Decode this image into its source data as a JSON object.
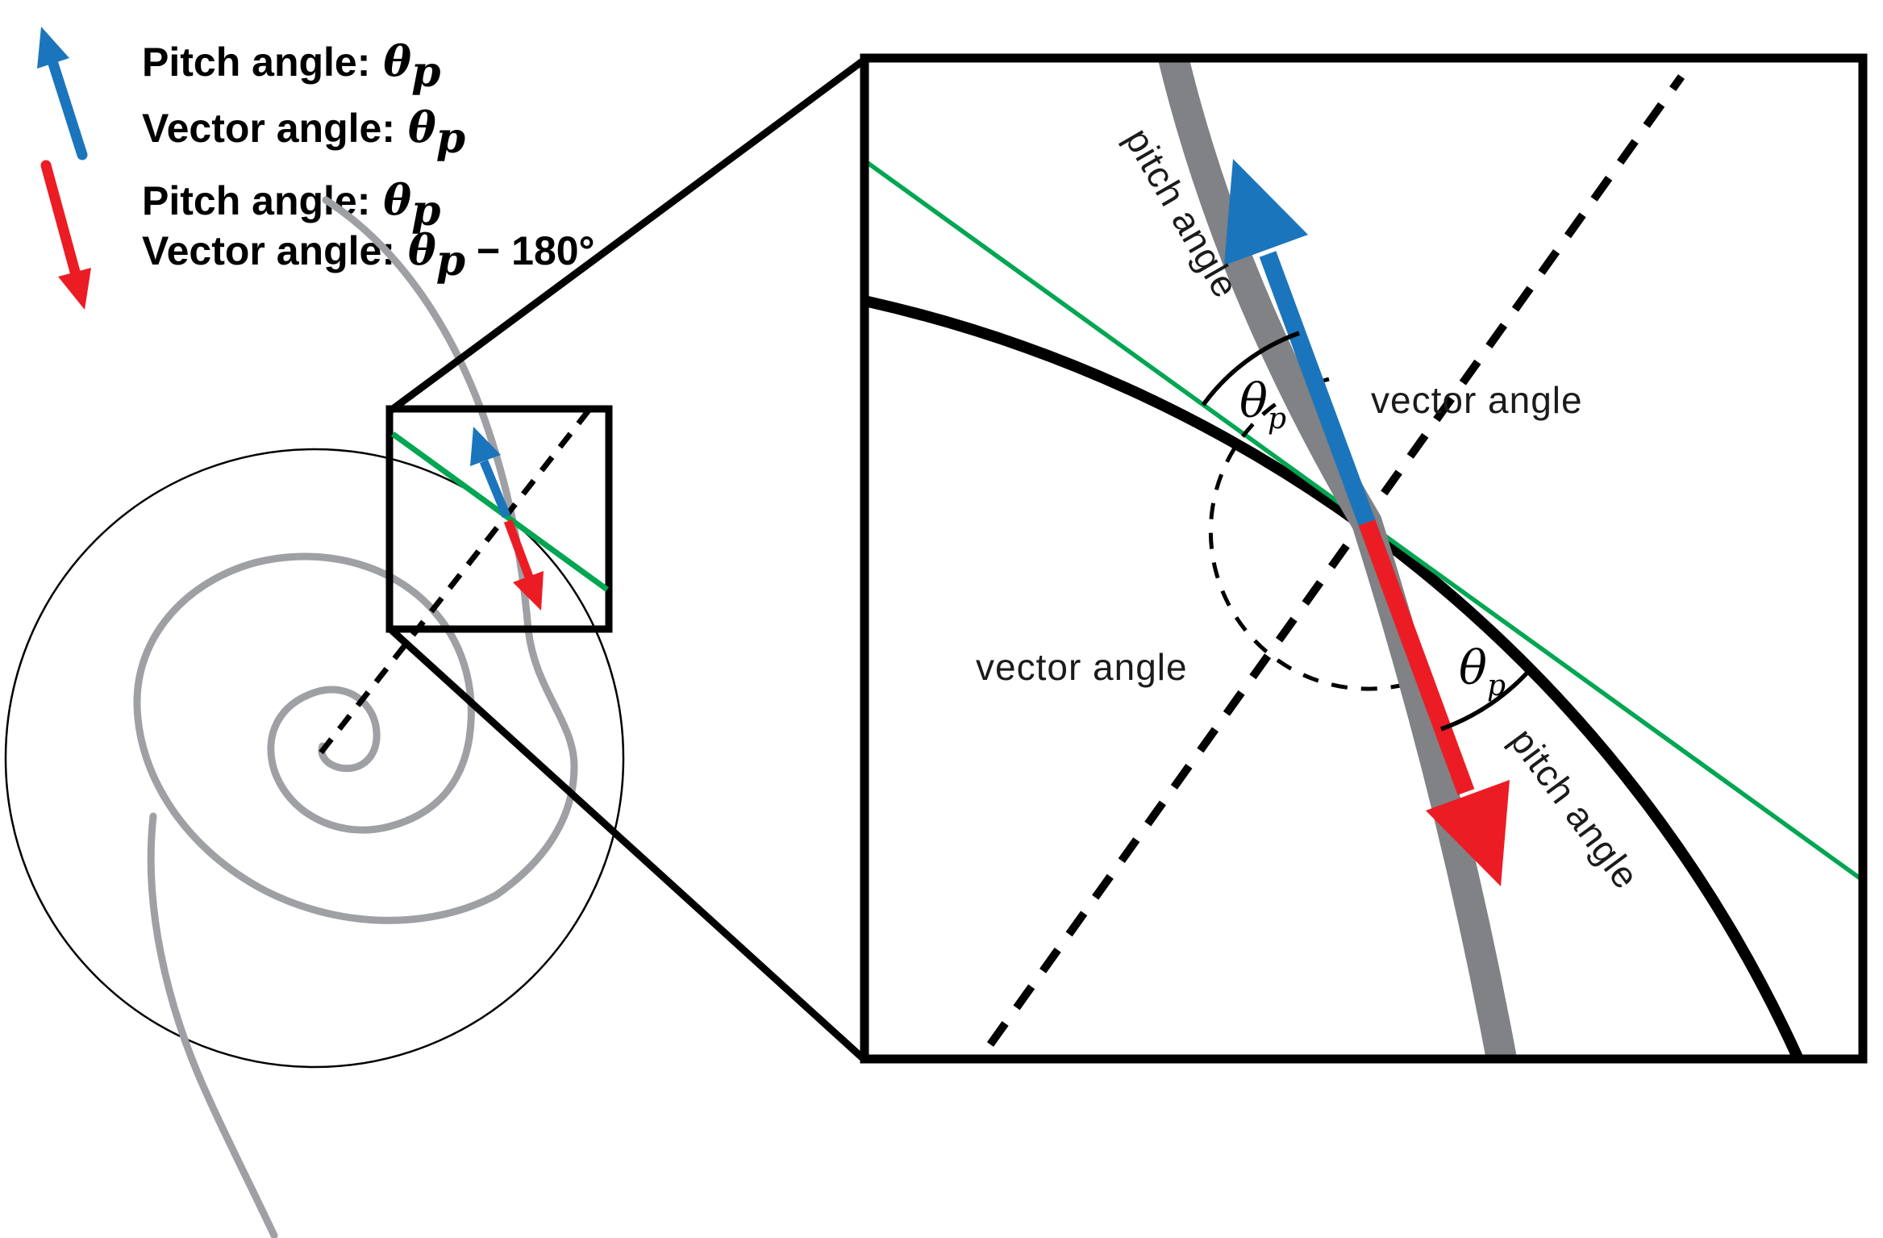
{
  "colors": {
    "blue": "#1B75BC",
    "red": "#EC1C24",
    "green": "#00A651",
    "gray_band": "#808285",
    "gray_spiral": "#9EA0A3"
  },
  "legend": {
    "up": {
      "line1": {
        "label": "Pitch angle:"
      },
      "line2": {
        "label": "Vector angle:"
      }
    },
    "down": {
      "line1": {
        "label": "Pitch angle:"
      },
      "line2": {
        "label": "Vector angle:",
        "rest": "− 180°"
      }
    }
  },
  "sym": {
    "theta": "θ",
    "sub": "p"
  },
  "inset": {
    "labels": {
      "pitch_angle_upper": "pitch angle",
      "vector_angle_upper": "vector angle",
      "vector_angle_lower": "vector angle",
      "pitch_angle_lower": "pitch angle"
    }
  }
}
